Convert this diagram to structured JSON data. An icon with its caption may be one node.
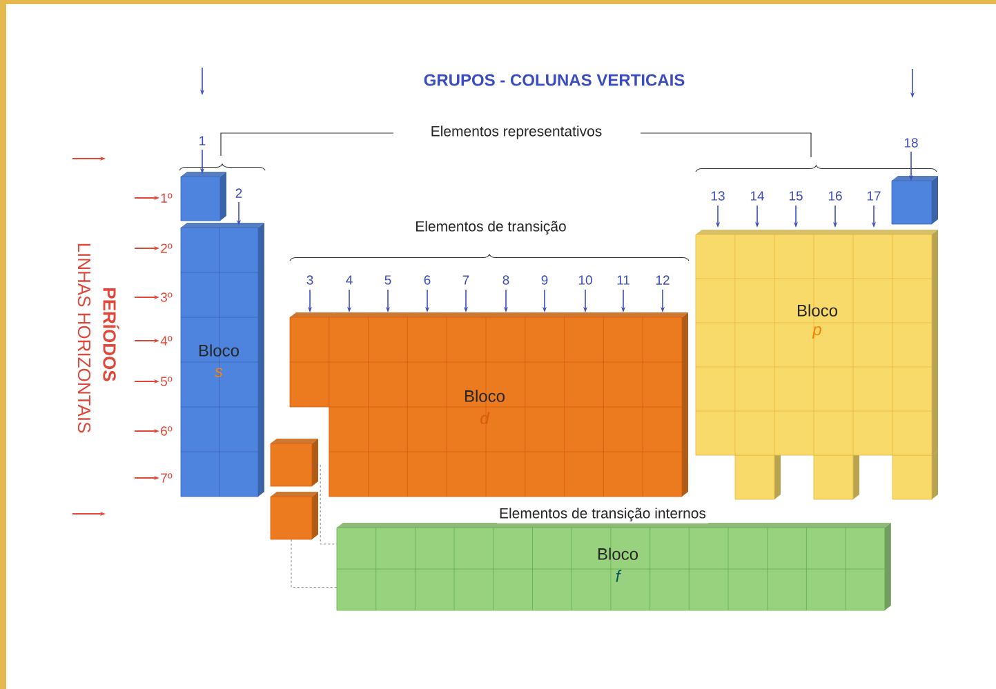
{
  "diagram": {
    "nodes": [
      {
        "text": [
          "Bloco",
          "s"
        ]
      },
      {
        "text": [
          "Bloco",
          "d"
        ]
      },
      {
        "text": [
          "Bloco",
          "p"
        ]
      },
      {
        "text": [
          "Bloco",
          "f"
        ]
      },
      {
        "text": [],
        "shape": "box"
      },
      {
        "text": [],
        "shape": "box"
      }
    ],
    "edges": [
      {
        "from": 4,
        "to": 3,
        "arrow": "none",
        "style": "dashed"
      },
      {
        "from": 5,
        "to": 3,
        "arrow": "none",
        "style": "dashed"
      }
    ],
    "labels": [
      "GRUPOS - COLUNAS VERTICAIS",
      "Elementos representativos",
      "1",
      "18",
      "2",
      "13",
      "14",
      "15",
      "16",
      "17",
      "Elementos de transição",
      "3",
      "4",
      "5",
      "6",
      "7",
      "8",
      "9",
      "10",
      "11",
      "12",
      "LINHAS HORIZONTAIS",
      "PERÍODOS",
      "1º",
      "2º",
      "3º",
      "4º",
      "5º",
      "6º",
      "7º",
      "Elementos de transição internos"
    ]
  }
}
